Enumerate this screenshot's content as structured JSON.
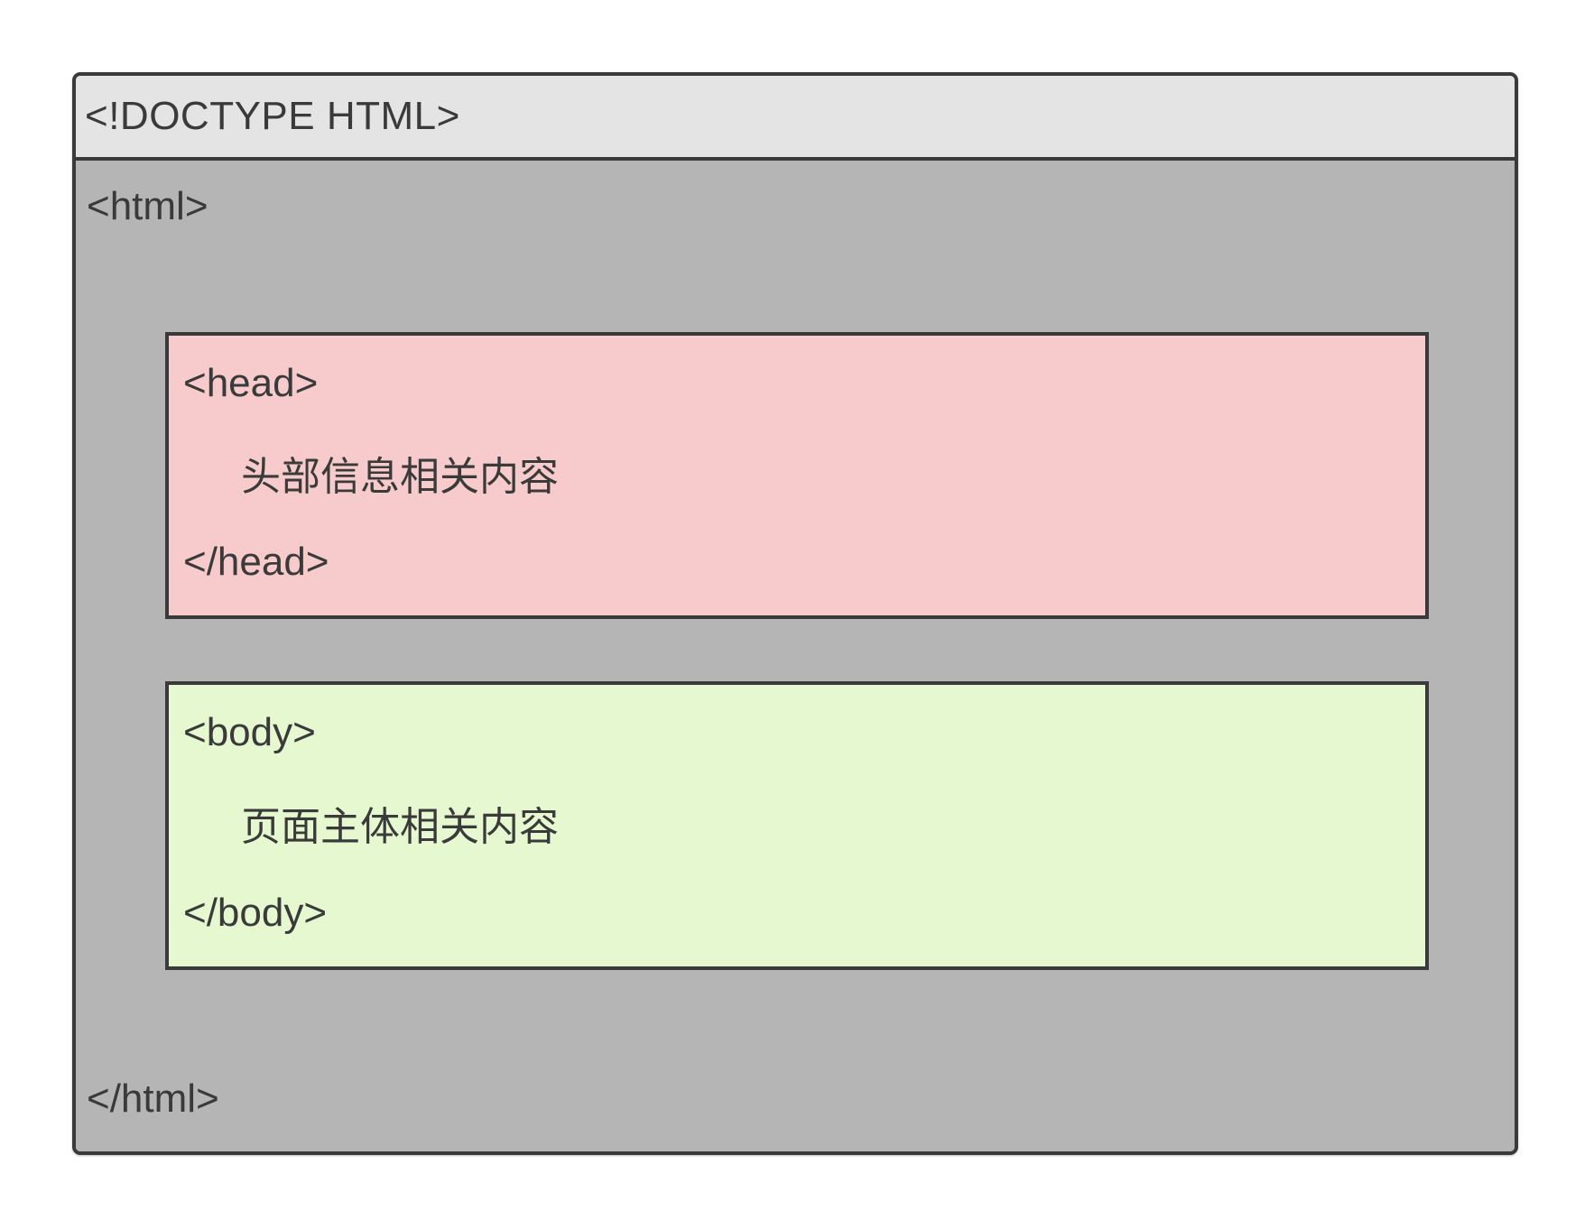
{
  "doctype": {
    "label": "<!DOCTYPE HTML>"
  },
  "html_tag": {
    "open": "<html>",
    "close": "</html>"
  },
  "head_block": {
    "open": "<head>",
    "content": "头部信息相关内容",
    "close": "</head>"
  },
  "body_block": {
    "open": "<body>",
    "content": "页面主体相关内容",
    "close": "</body>"
  },
  "colors": {
    "page_bg": "#ffffff",
    "doctype_bar_bg": "#e4e4e4",
    "html_area_bg": "#b5b5b5",
    "head_box_bg": "#f7cbcb",
    "body_box_bg": "#e6f8cf",
    "border": "#3a3a3a",
    "text": "#3a3a3a"
  }
}
